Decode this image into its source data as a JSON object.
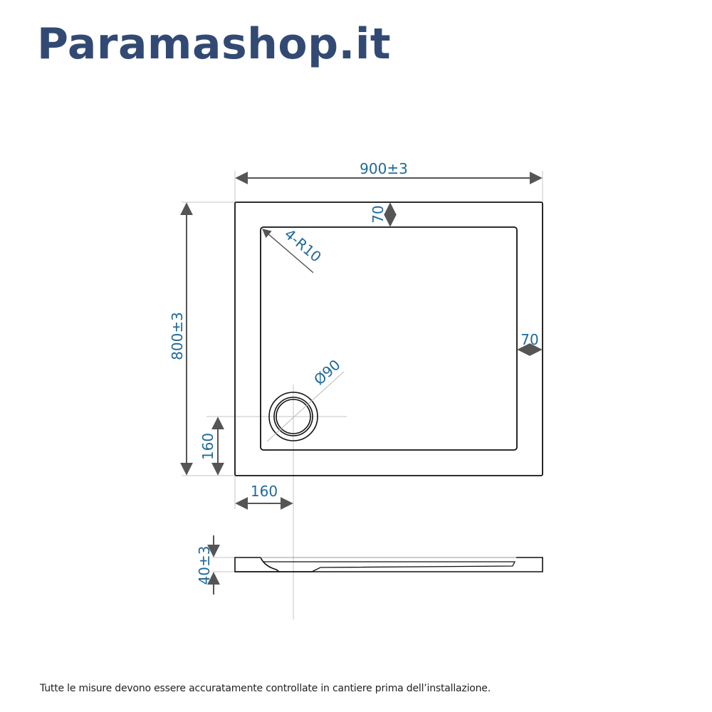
{
  "brand": {
    "title": "Paramashop.it",
    "color": "#324a73"
  },
  "drawing": {
    "subject": "shower tray technical drawing",
    "colors": {
      "dimension_text": "#1f6a9a",
      "outline": "#111111",
      "arrow": "#555555",
      "guideline": "#bbbbbb"
    },
    "plan_view": {
      "width_label": "900±3",
      "height_label": "800±3",
      "top_rim_label": "70",
      "right_rim_label": "70",
      "corner_radius_label": "4-R10",
      "drain_diameter_label": "Ø90",
      "drain_offset_x_label": "160",
      "drain_offset_y_label": "160"
    },
    "side_view": {
      "thickness_label": "40±3"
    }
  },
  "footnote": "Tutte le misure devono essere accuratamente controllate in cantiere prima dell’installazione."
}
